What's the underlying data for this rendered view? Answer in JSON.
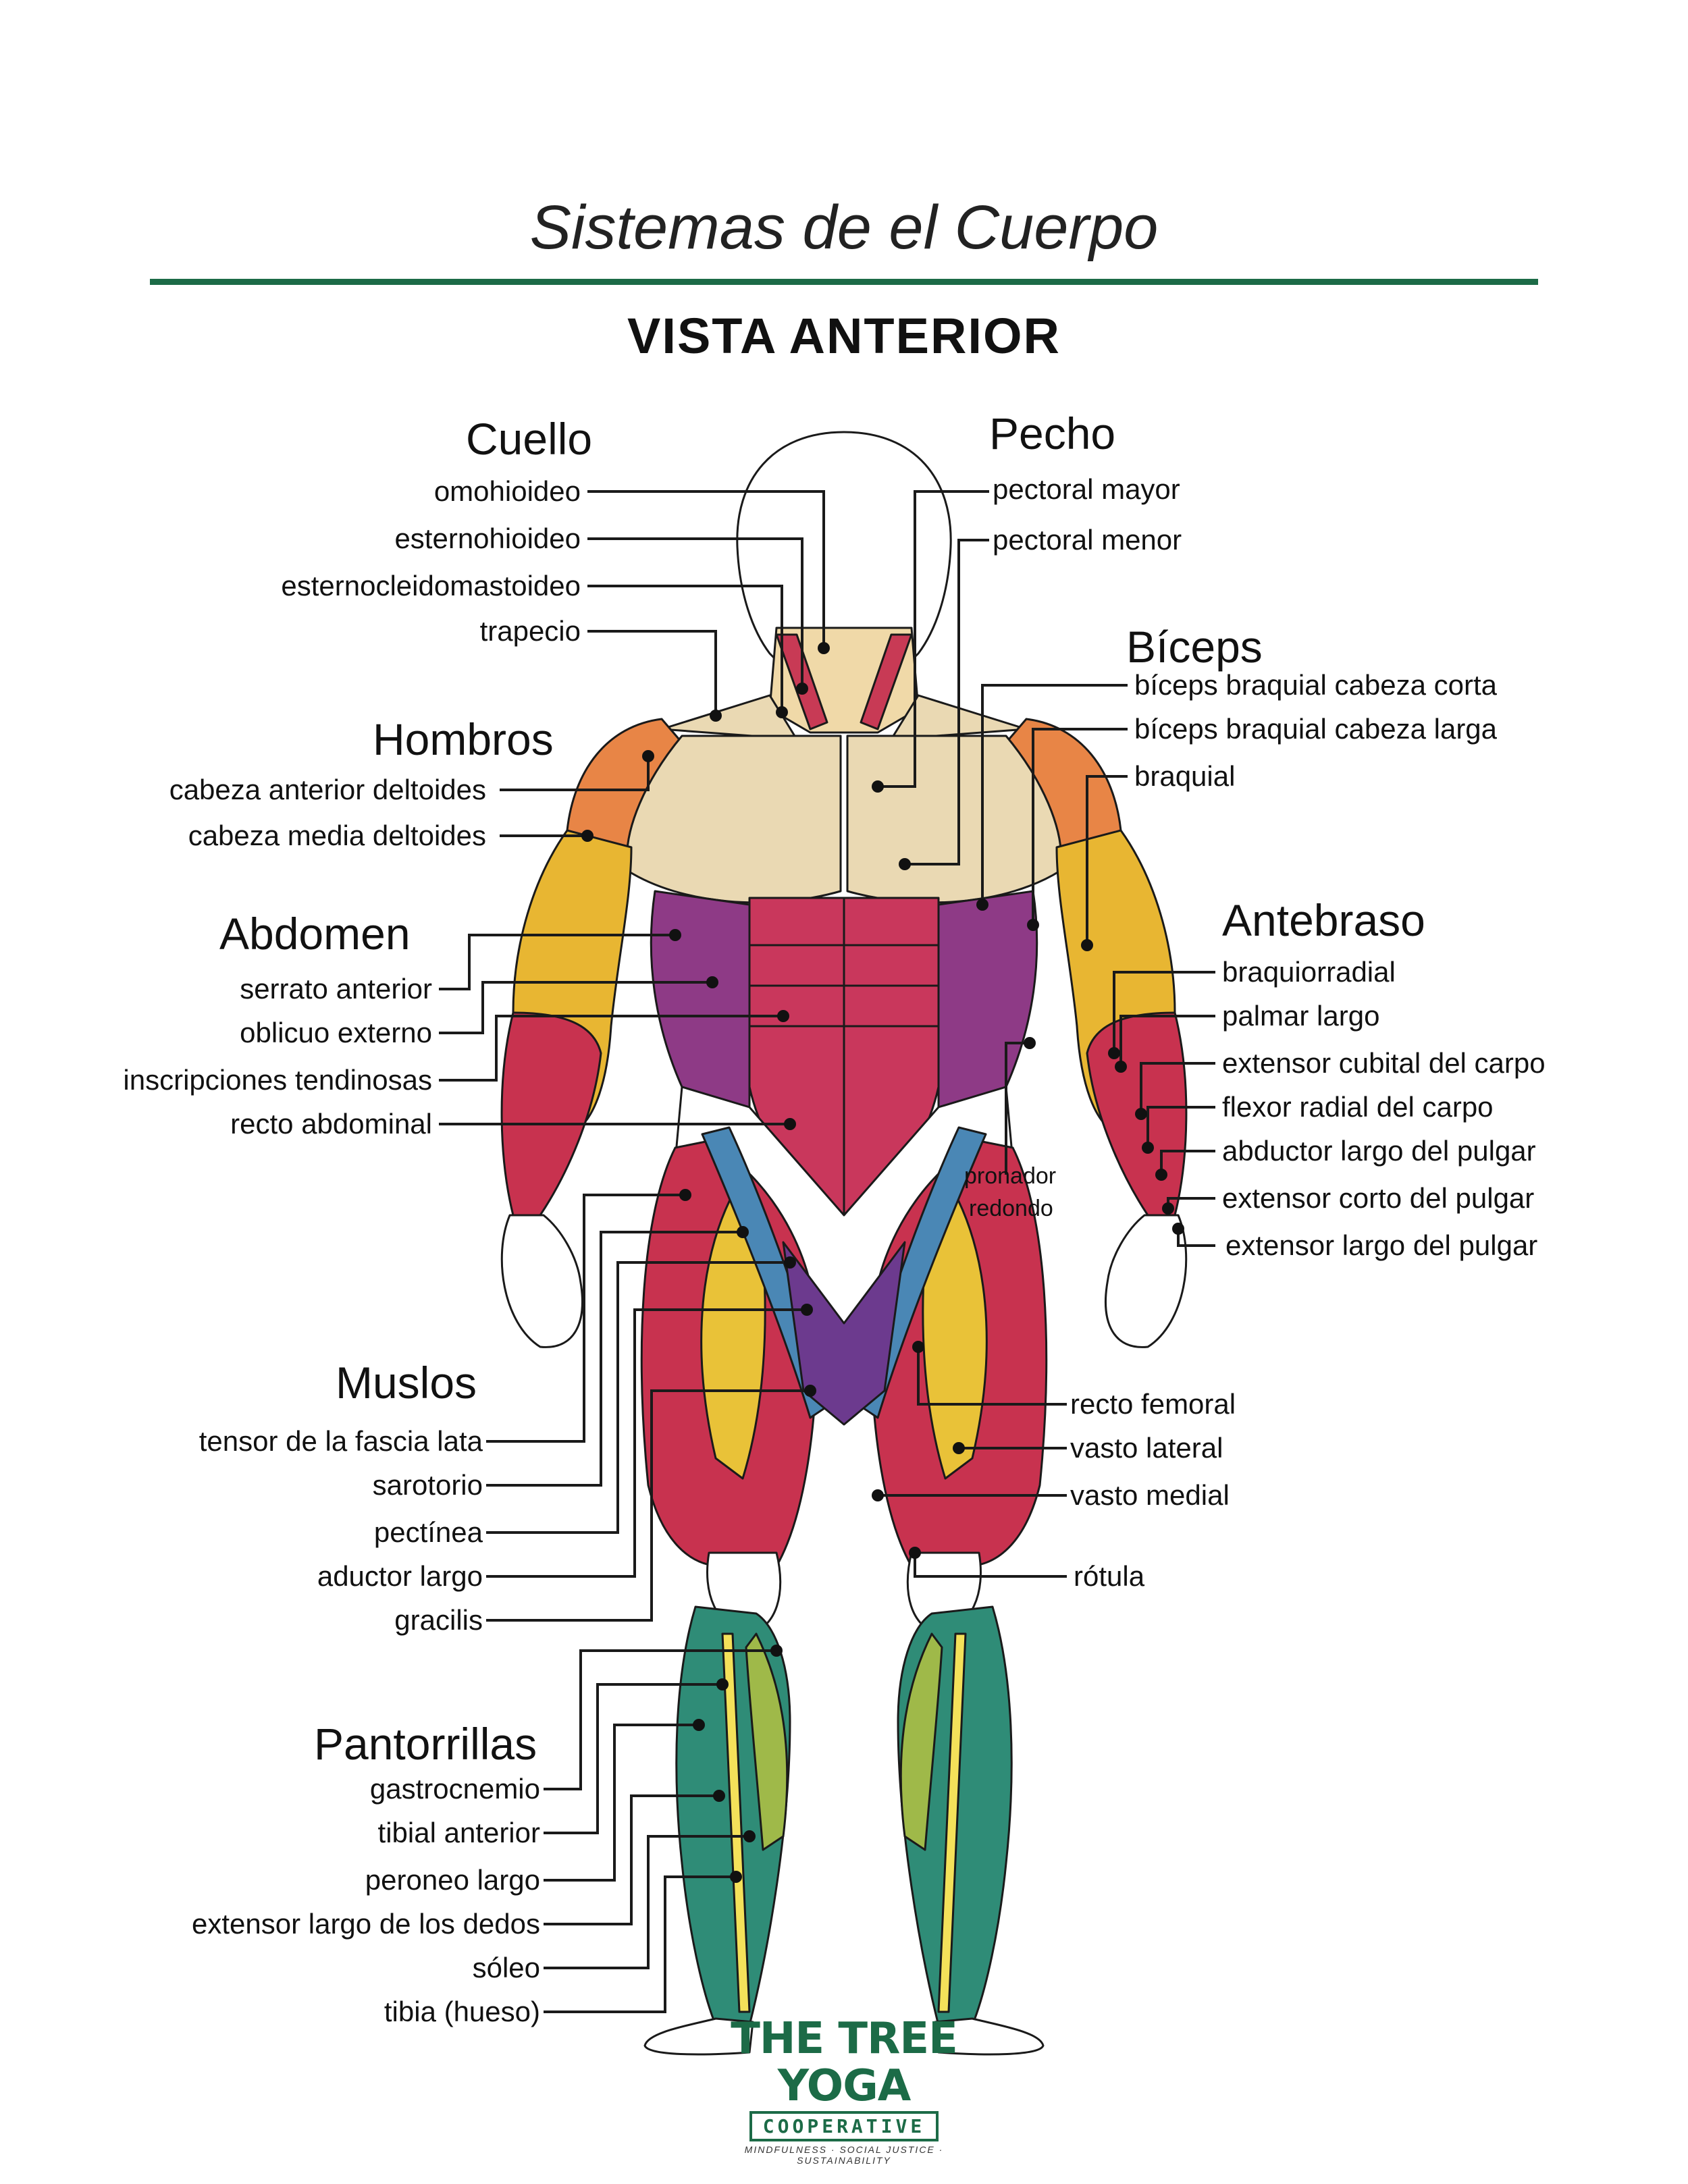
{
  "header": {
    "title": "Sistemas de el Cuerpo",
    "subtitle": "VISTA ANTERIOR"
  },
  "groups": {
    "cuello": {
      "title": "Cuello",
      "items": [
        "omohioideo",
        "esternohioideo",
        "esternocleidomastoideo",
        "trapecio"
      ]
    },
    "pecho": {
      "title": "Pecho",
      "items": [
        "pectoral mayor",
        "pectoral menor"
      ]
    },
    "biceps": {
      "title": "Bíceps",
      "items": [
        "bíceps braquial cabeza corta",
        "bíceps braquial cabeza larga",
        "braquial"
      ]
    },
    "hombros": {
      "title": "Hombros",
      "items": [
        "cabeza anterior deltoides",
        "cabeza media deltoides"
      ]
    },
    "abdomen": {
      "title": "Abdomen",
      "items": [
        "serrato anterior",
        "oblicuo externo",
        "inscripciones tendinosas",
        "recto abdominal"
      ]
    },
    "antebraso": {
      "title": "Antebraso",
      "items": [
        "braquiorradial",
        "palmar largo",
        "extensor cubital del carpo",
        "flexor radial del carpo",
        "abductor largo del pulgar",
        "extensor corto del pulgar",
        "extensor largo del pulgar"
      ],
      "extra": [
        "pronador",
        "redondo"
      ]
    },
    "muslos": {
      "title": "Muslos",
      "items": [
        "tensor de la fascia lata",
        "sarotorio",
        "pectínea",
        "aductor largo",
        "gracilis"
      ],
      "right_items": [
        "recto femoral",
        "vasto lateral",
        "vasto medial",
        "rótula"
      ]
    },
    "pantorrillas": {
      "title": "Pantorrillas",
      "items": [
        "gastrocnemio",
        "tibial anterior",
        "peroneo largo",
        "extensor largo de los dedos",
        "sóleo",
        "tibia (hueso)"
      ]
    }
  },
  "logo": {
    "name": "THE TREE YOGA",
    "sub": "COOPERATIVE",
    "tagline": "MINDFULNESS · SOCIAL JUSTICE · SUSTAINABILITY"
  },
  "colors": {
    "accent": "#1c6b47",
    "neck_muscle": "#c83a55",
    "pectoral": "#ead9b3",
    "deltoid": "#e88546",
    "biceps": "#e8b632",
    "abdominal": "#c9375c",
    "oblique": "#8e3a86",
    "sartorius": "#4a87b5",
    "thigh": "#c8324f",
    "rectus_femoris": "#e9c238",
    "calf": "#2f8c77",
    "soleus": "#9fb949",
    "bone": "#ffffff"
  }
}
